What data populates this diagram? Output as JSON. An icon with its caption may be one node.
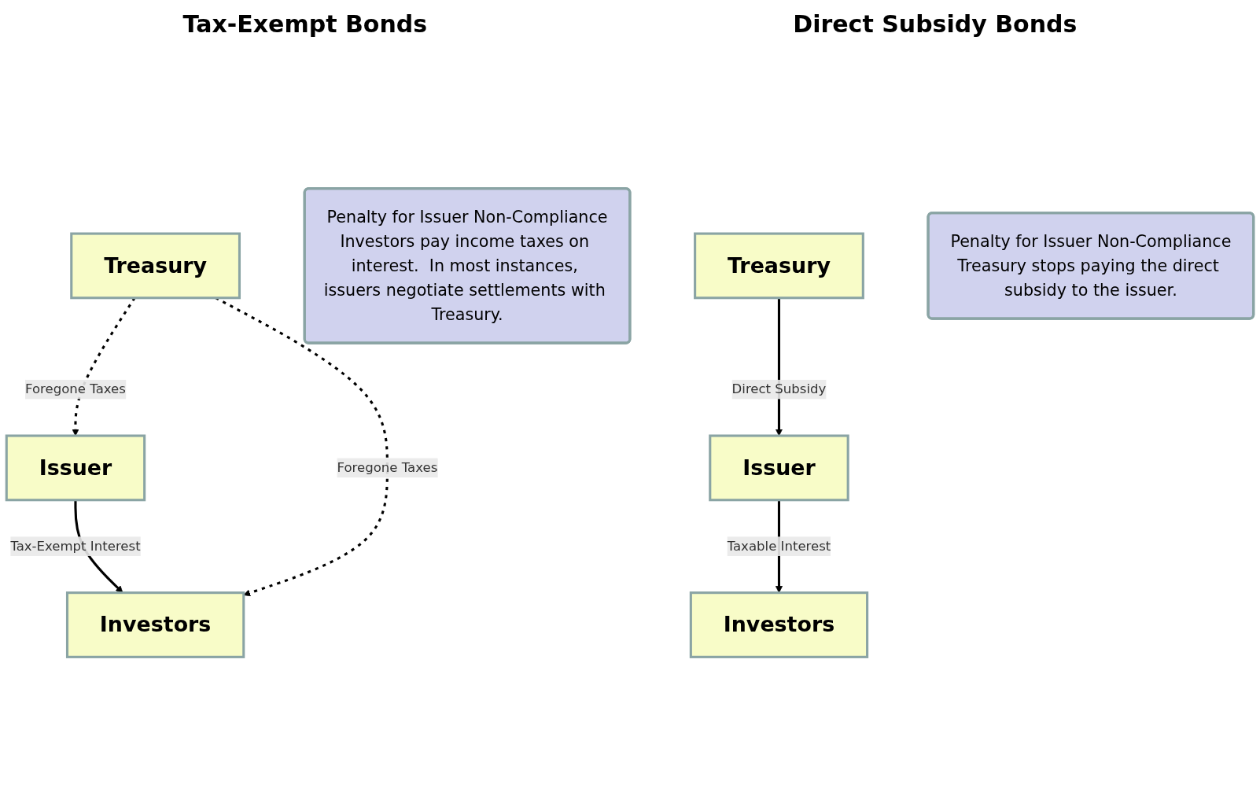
{
  "diagram": {
    "nodes": [
      {
        "text": [
          "Issuer"
        ]
      },
      {
        "text": [
          "Treasury"
        ]
      },
      {
        "text": [
          "Investors"
        ]
      },
      {
        "text": [
          "Penalty for Issuer Non-Compliance",
          "Investors pay income taxes on interest.  In most instances, issuers negotiate settlements with Treasury."
        ]
      },
      {
        "text": [
          "Issuer"
        ]
      },
      {
        "text": [
          "Treasury"
        ]
      },
      {
        "text": [
          "Investors"
        ]
      },
      {
        "text": [
          "Penalty for Issuer Non-Compliance",
          "Treasury stops paying the direct subsidy to the issuer."
        ]
      }
    ],
    "edges": [
      {
        "from": 1,
        "to": 0,
        "arrow": "to",
        "label": "Foregone Taxes",
        "style": "dashed"
      },
      {
        "from": 0,
        "to": 2,
        "arrow": "to",
        "label": "Tax-Exempt Interest"
      },
      {
        "from": 1,
        "to": 2,
        "arrow": "to",
        "label": "Foregone Taxes",
        "style": "dashed"
      },
      {
        "from": 5,
        "to": 4,
        "arrow": "to",
        "label": "Direct Subsidy"
      },
      {
        "from": 4,
        "to": 6,
        "arrow": "to",
        "label": "Taxable Interest"
      }
    ],
    "labels": [
      "Tax-Exempt Bonds",
      "Direct Subsidy Bonds"
    ]
  }
}
